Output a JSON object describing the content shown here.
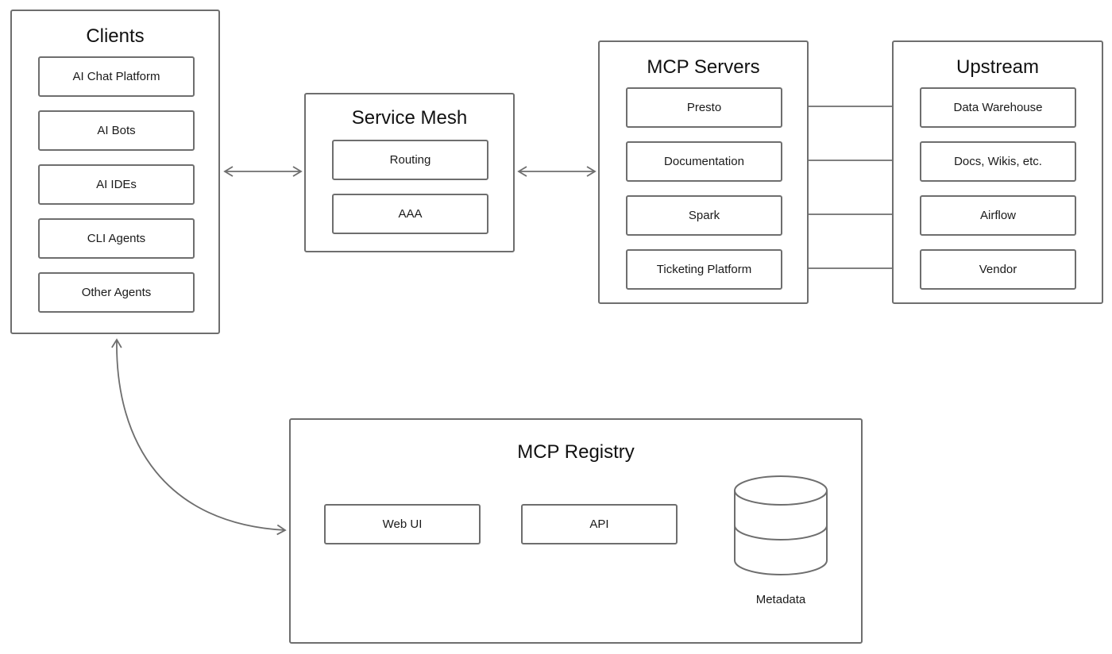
{
  "clients": {
    "title": "Clients",
    "items": [
      "AI Chat Platform",
      "AI Bots",
      "AI IDEs",
      "CLI Agents",
      "Other Agents"
    ]
  },
  "service_mesh": {
    "title": "Service Mesh",
    "items": [
      "Routing",
      "AAA"
    ]
  },
  "mcp_servers": {
    "title": "MCP Servers",
    "items": [
      "Presto",
      "Documentation",
      "Spark",
      "Ticketing Platform"
    ]
  },
  "upstream": {
    "title": "Upstream",
    "items": [
      "Data Warehouse",
      "Docs, Wikis, etc.",
      "Airflow",
      "Vendor"
    ]
  },
  "registry": {
    "title": "MCP Registry",
    "items": [
      "Web UI",
      "API"
    ],
    "database_label": "Metadata"
  },
  "connections": [
    {
      "from": "clients",
      "to": "service_mesh"
    },
    {
      "from": "service_mesh",
      "to": "mcp_servers"
    },
    {
      "from": "mcp_servers.Presto",
      "to": "upstream.Data Warehouse"
    },
    {
      "from": "mcp_servers.Documentation",
      "to": "upstream.Docs, Wikis, etc."
    },
    {
      "from": "mcp_servers.Spark",
      "to": "upstream.Airflow"
    },
    {
      "from": "mcp_servers.Ticketing Platform",
      "to": "upstream.Vendor"
    },
    {
      "from": "clients",
      "to": "registry"
    }
  ],
  "colors": {
    "stroke": "#6e6e6e",
    "background": "#ffffff",
    "text": "#111111"
  }
}
